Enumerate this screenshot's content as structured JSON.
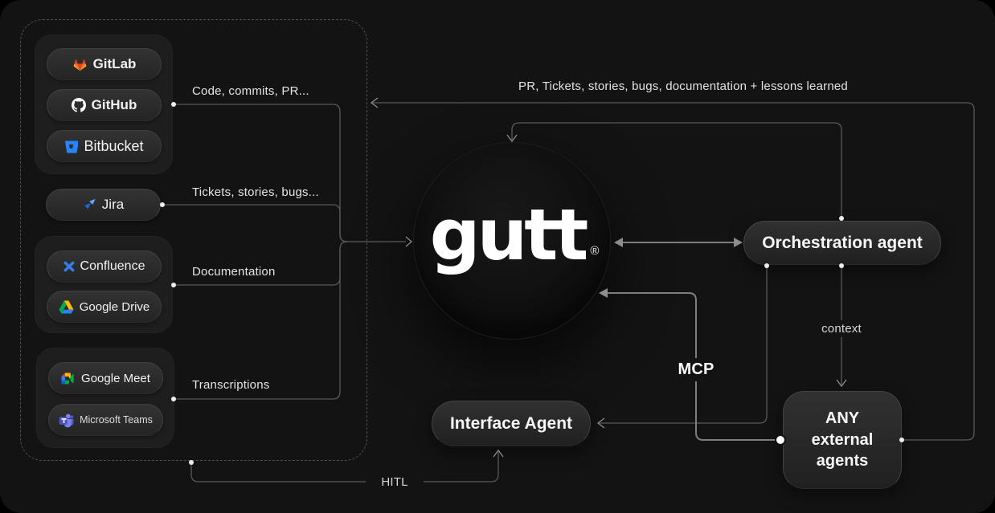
{
  "brand": {
    "wordmark": "gutt",
    "registered_mark": "®"
  },
  "sources": {
    "groups": [
      {
        "name": "code-repos",
        "items": [
          {
            "label": "GitLab",
            "icon": "gitlab-icon"
          },
          {
            "label": "GitHub",
            "icon": "github-icon"
          },
          {
            "label": "Bitbucket",
            "icon": "bitbucket-icon"
          }
        ]
      },
      {
        "name": "issue-tracking",
        "items": [
          {
            "label": "Jira",
            "icon": "jira-icon"
          }
        ]
      },
      {
        "name": "documentation",
        "items": [
          {
            "label": "Confluence",
            "icon": "confluence-icon"
          },
          {
            "label": "Google Drive",
            "icon": "google-drive-icon"
          }
        ]
      },
      {
        "name": "meetings",
        "items": [
          {
            "label": "Google Meet",
            "icon": "google-meet-icon"
          },
          {
            "label": "Microsoft Teams",
            "icon": "microsoft-teams-icon"
          }
        ]
      }
    ]
  },
  "edges": {
    "code": "Code, commits, PR...",
    "tickets": "Tickets, stories, bugs...",
    "documentation": "Documentation",
    "transcriptions": "Transcriptions",
    "feedback": "PR, Tickets, stories, bugs, documentation + lessons learned",
    "context": "context",
    "mcp": "MCP",
    "hitl": "HITL"
  },
  "nodes": {
    "orchestration": {
      "label": "Orchestration agent"
    },
    "external": {
      "label": "ANY external agents"
    },
    "interface": {
      "label": "Interface Agent"
    }
  },
  "colors": {
    "background": "#131313",
    "panel": "#1e1e1e",
    "line": "#595959",
    "line_bright": "#7e7e7e",
    "text": "#f2f2f2",
    "atlassian_blue": "#357de8",
    "bitbucket_blue": "#2684ff",
    "gitlab_red": "#e24329",
    "gitlab_orange": "#fc6d26",
    "gitlab_amber": "#fca326",
    "teams_purple": "#4b53bc"
  }
}
